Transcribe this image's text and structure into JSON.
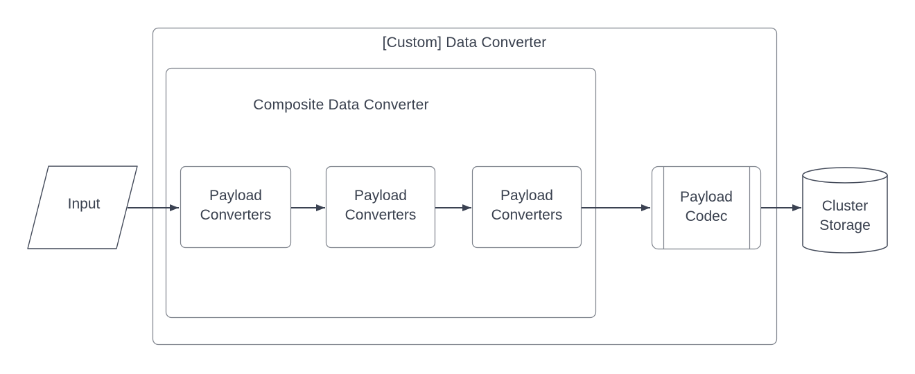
{
  "diagram": {
    "outer_container": {
      "label": "[Custom] Data Converter"
    },
    "inner_container": {
      "label": "Composite Data Converter"
    },
    "nodes": {
      "input": {
        "label": "Input",
        "shape": "parallelogram"
      },
      "payload_converters_1": {
        "label": "Payload Converters",
        "shape": "rounded-rectangle"
      },
      "payload_converters_2": {
        "label": "Payload Converters",
        "shape": "rounded-rectangle"
      },
      "payload_converters_3": {
        "label": "Payload Converters",
        "shape": "rounded-rectangle"
      },
      "payload_codec": {
        "label": "Payload Codec",
        "shape": "predefined-process"
      },
      "cluster_storage": {
        "label": "Cluster Storage",
        "shape": "cylinder"
      }
    },
    "flow": [
      "input -> payload_converters_1",
      "payload_converters_1 -> payload_converters_2",
      "payload_converters_2 -> payload_converters_3",
      "payload_converters_3 -> payload_codec",
      "payload_codec -> cluster_storage"
    ],
    "colors": {
      "background": "#ffffff",
      "container_stroke": "#7d828b",
      "node_stroke": "#434a59",
      "arrow": "#3b4252",
      "text": "#39404e",
      "node_fill": "#ffffff"
    }
  }
}
